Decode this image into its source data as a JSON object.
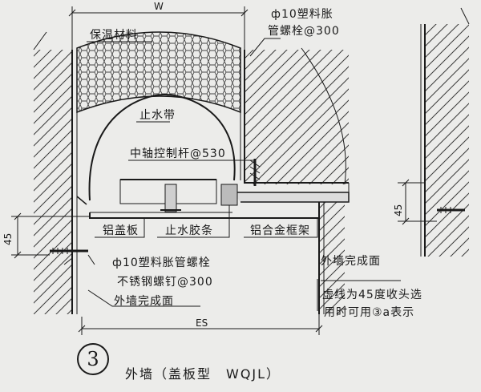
{
  "dimensions": {
    "top_width": "W",
    "bottom_width": "ES",
    "left_offset": "45",
    "right_offset": "45"
  },
  "labels": {
    "insulation": "保温材料",
    "anchor_top_1": "ф10塑料胀",
    "anchor_top_2": "管螺栓@300",
    "water_stop_belt": "止水带",
    "center_rod": "中轴控制杆@530",
    "cover_plate": "铝盖板",
    "sealant": "止水胶条",
    "alu_frame": "铝合金框架",
    "anchor_bottom": "ф10塑料胀管螺栓",
    "stainless_screw": "不锈钢螺钉@300",
    "finish_left": "外墙完成面",
    "finish_right": "外墙完成面",
    "note_1": "虚线为45度收头选",
    "note_2": "用时可用③a表示"
  },
  "title": {
    "number": "3",
    "text": "外墙（盖板型　WQJL）"
  }
}
